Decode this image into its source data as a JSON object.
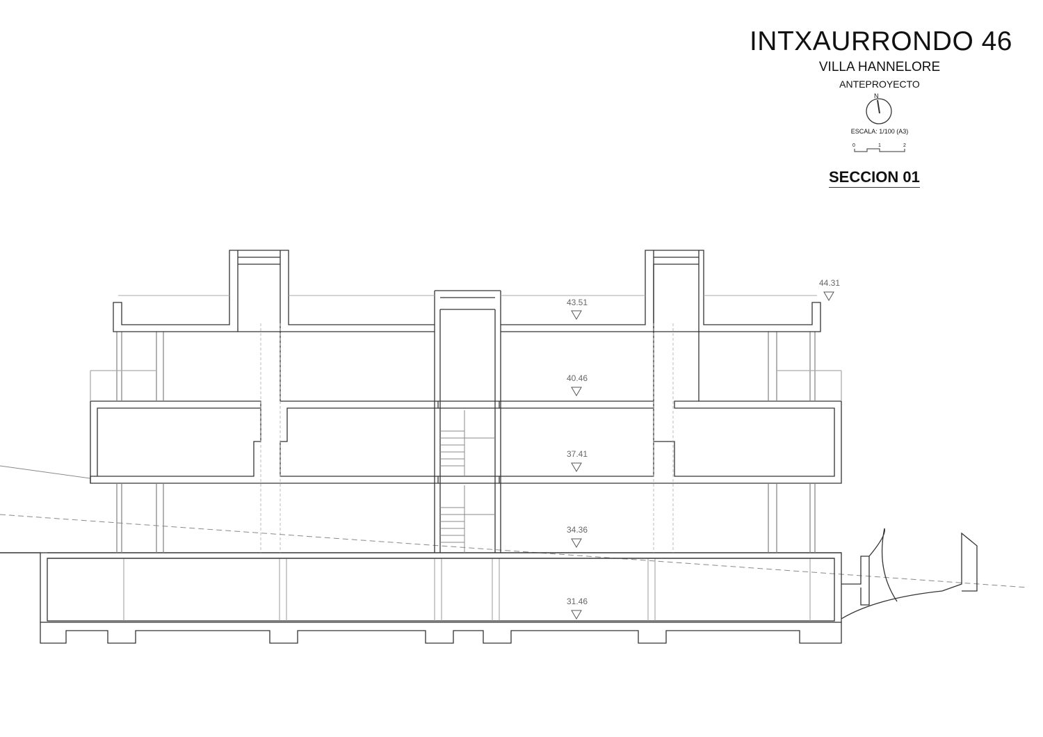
{
  "title_block": {
    "project": "INTXAURRONDO 46",
    "building": "VILLA HANNELORE",
    "phase": "ANTEPROYECTO",
    "north": "N",
    "scale": "ESCALA: 1/100 (A3)",
    "scale_ticks": [
      "0",
      "1",
      "2"
    ],
    "drawing_title": "SECCION 01"
  },
  "levels": [
    "44.31",
    "43.51",
    "40.46",
    "37.41",
    "34.36",
    "31.46"
  ]
}
